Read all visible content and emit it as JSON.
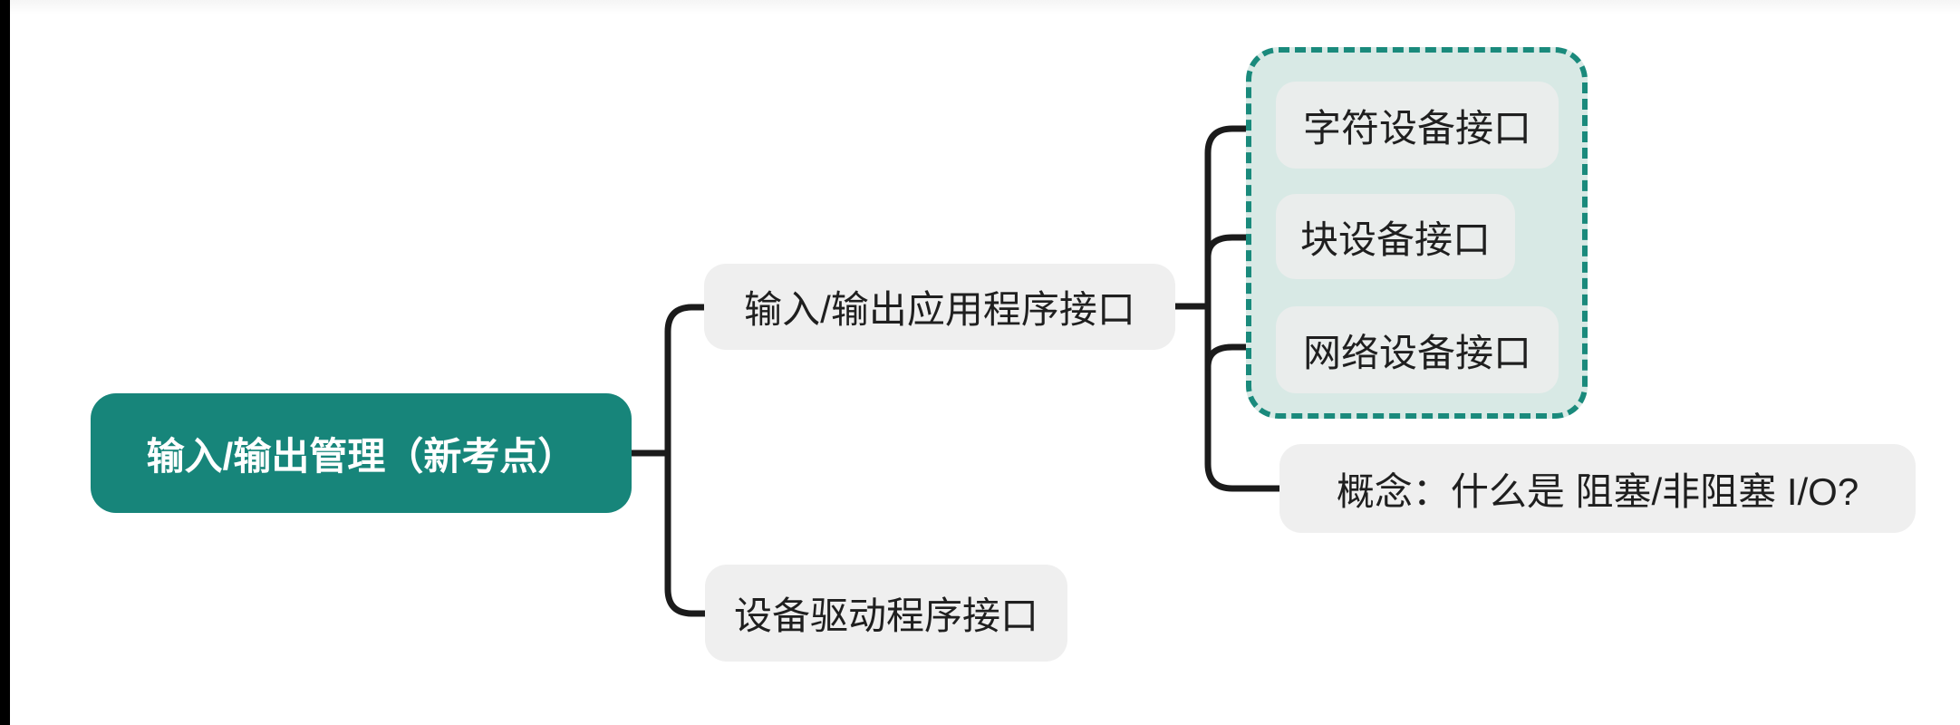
{
  "diagram": {
    "type": "mindmap",
    "nodes": {
      "root": "输入/输出管理（新考点）",
      "api": "输入/输出应用程序接口",
      "driver": "设备驱动程序接口",
      "char_dev": "字符设备接口",
      "block_dev": "块设备接口",
      "net_dev": "网络设备接口",
      "concept": "概念：什么是 阻塞/非阻塞 I/O?"
    },
    "structure": {
      "root": "输入/输出管理（新考点）",
      "children": [
        {
          "label": "输入/输出应用程序接口",
          "children": [
            {
              "group": [
                "字符设备接口",
                "块设备接口",
                "网络设备接口"
              ]
            },
            {
              "label": "概念：什么是 阻塞/非阻塞 I/O?"
            }
          ]
        },
        {
          "label": "设备驱动程序接口"
        }
      ]
    }
  },
  "colors": {
    "accent": "#17857A",
    "root_text": "#FFFFFF",
    "node_fill": "#EFEFEF",
    "child_fill": "#EAEDEC",
    "group_fill": "#D8E9E5",
    "group_border": "#1A8A7C",
    "connector": "#1B1B1B",
    "text": "#1F1F1F",
    "left_strip": "#000000",
    "top_bar": "#F5F5F5",
    "background": "#FFFFFF"
  }
}
